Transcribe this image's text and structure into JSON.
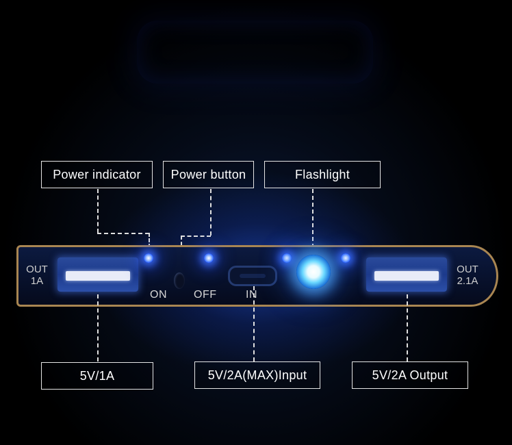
{
  "callouts": {
    "power_indicator": "Power indicator",
    "power_button": "Power button",
    "flashlight": "Flashlight",
    "out_1a_spec": "5V/1A",
    "input_spec": "5V/2A(MAX)Input",
    "output_spec": "5V/2A Output"
  },
  "device": {
    "left_port_label_line1": "OUT",
    "left_port_label_line2": "1A",
    "right_port_label_line1": "OUT",
    "right_port_label_line2": "2.1A",
    "on_label": "ON",
    "off_label": "OFF",
    "in_label": "IN"
  },
  "colors": {
    "led_blue": "#2a60ff",
    "device_trim": "#a98652",
    "callout_border": "#e6e6e6"
  },
  "icons": {
    "led": "led-indicator-icon",
    "flashlight": "flashlight-led-icon",
    "usb": "usb-port-icon",
    "micro_usb": "micro-usb-port-icon"
  }
}
